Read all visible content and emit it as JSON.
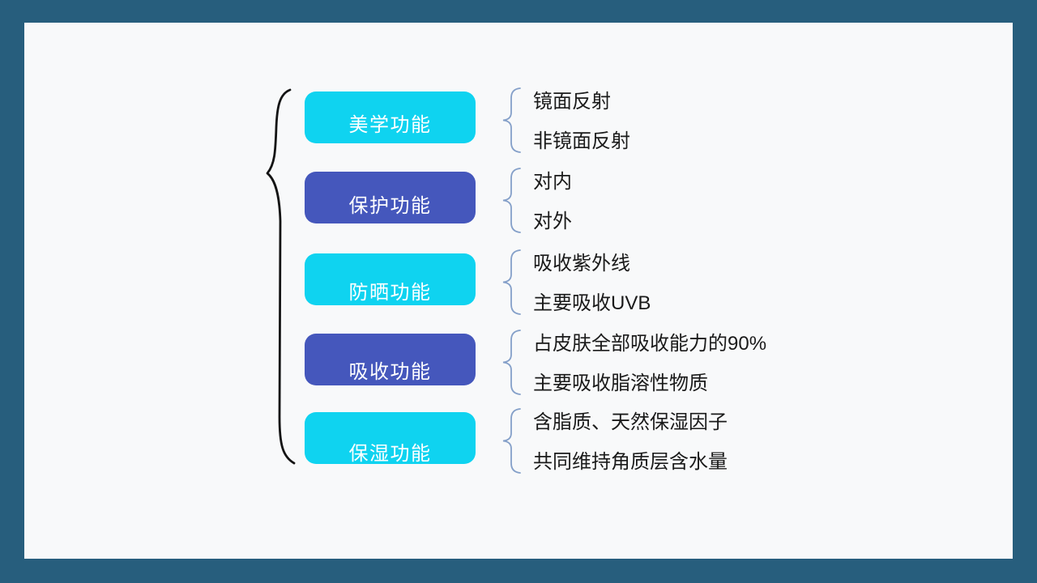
{
  "slide": {
    "background_color": "#f8f9fa",
    "frame_color": "#275e7d"
  },
  "colors": {
    "cyan_box": "#0fd3f0",
    "indigo_box": "#4557bc",
    "sub_brace": "#85a0c9",
    "main_brace": "#141414",
    "box_label_text": "#ffffff",
    "item_text": "#1a1a1a"
  },
  "diagram": {
    "type": "brace-list",
    "main_brace": "left-curly-brace"
  },
  "rows": [
    {
      "label": "美学功能",
      "color": "#0fd3f0",
      "items": [
        "镜面反射",
        "非镜面反射"
      ]
    },
    {
      "label": "保护功能",
      "color": "#4557bc",
      "items": [
        "对内",
        "对外"
      ]
    },
    {
      "label": "防晒功能",
      "color": "#0fd3f0",
      "items": [
        "吸收紫外线",
        "主要吸收UVB"
      ]
    },
    {
      "label": "吸收功能",
      "color": "#4557bc",
      "items": [
        "占皮肤全部吸收能力的90%",
        "主要吸收脂溶性物质"
      ]
    },
    {
      "label": "保湿功能",
      "color": "#0fd3f0",
      "items": [
        "含脂质、天然保湿因子",
        "共同维持角质层含水量"
      ]
    }
  ]
}
